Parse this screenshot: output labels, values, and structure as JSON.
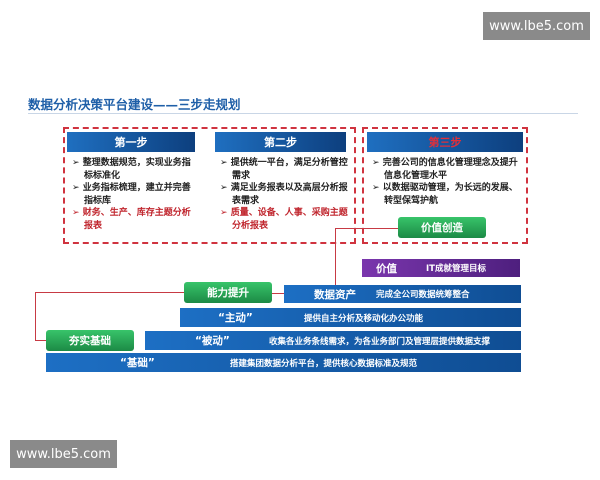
{
  "title": "数据分析决策平台建设——三步走规划",
  "watermark": "www.lbe5.com",
  "steps": [
    {
      "label": "第一步",
      "bullets": [
        {
          "text": "整理数据规范，实现业务指标标准化",
          "highlight": false
        },
        {
          "text": "业务指标梳理，建立并完善指标库",
          "highlight": false
        },
        {
          "text": "财务、生产、库存主题分析报表",
          "highlight": true
        }
      ]
    },
    {
      "label": "第二步",
      "bullets": [
        {
          "text": "提供统一平台，满足分析管控需求",
          "highlight": false
        },
        {
          "text": "满足业务报表以及高层分析报表需求",
          "highlight": false
        },
        {
          "text": "质量、设备、人事、采购主题分析报表",
          "highlight": true
        }
      ]
    },
    {
      "label": "第三步",
      "bullets": [
        {
          "text": "完善公司的信息化管理理念及提升信息化管理水平",
          "highlight": false
        },
        {
          "text": "以数据驱动管理，为长远的发展、转型保驾护航",
          "highlight": false
        }
      ]
    }
  ],
  "stages": {
    "value_creation": "价值创造",
    "capability": "能力提升",
    "foundation": "夯实基础"
  },
  "layers": [
    {
      "key": "价值",
      "desc": "IT成就管理目标",
      "color": "#6a2c9a"
    },
    {
      "key": "数据资产",
      "desc": "完成全公司数据统筹整合"
    },
    {
      "key": "“主动”",
      "desc": "提供自主分析及移动化办公功能"
    },
    {
      "key": "“被动”",
      "desc": "收集各业务条线需求，为各业务部门及管理层提供数据支撑"
    },
    {
      "key": "“基础”",
      "desc": "搭建集团数据分析平台，提供核心数据标准及规范"
    }
  ],
  "colors": {
    "accent": "#1f5fa8",
    "highlight": "#c0262e",
    "green": "#2aa858"
  }
}
